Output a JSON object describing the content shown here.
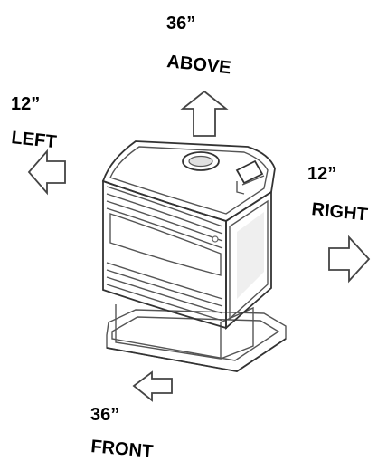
{
  "clearances": {
    "above": {
      "distance": "36”",
      "direction": "ABOVE"
    },
    "left": {
      "distance": "12”",
      "direction": "LEFT"
    },
    "right": {
      "distance": "12”",
      "direction": "RIGHT"
    },
    "front": {
      "distance": "36”",
      "direction": "FRONT"
    }
  }
}
